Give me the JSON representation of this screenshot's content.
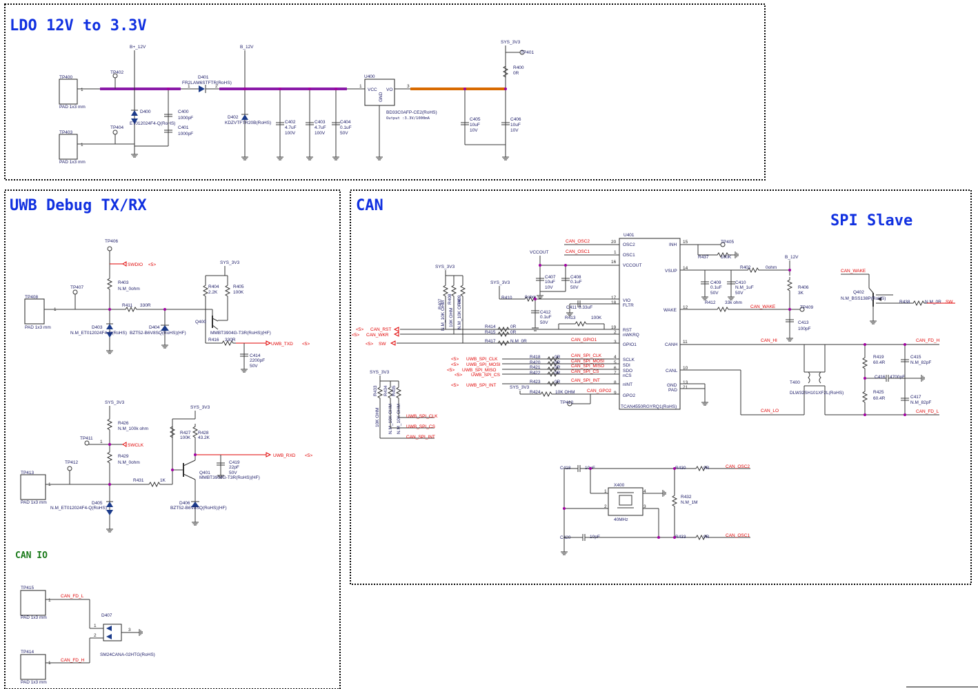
{
  "sections": {
    "ldo": "LDO 12V to 3.3V",
    "uwb": "UWB Debug TX/RX",
    "can": "CAN",
    "spi": "SPI Slave",
    "canio": "CAN IO"
  },
  "ldo": {
    "tp400": "TP400",
    "pad400": "PAD 1x3 mm",
    "tp402": "TP402",
    "tp403": "TP403",
    "pad403": "PAD 1x3 mm",
    "tp404": "TP404",
    "bplus": "B+_12V",
    "b12": "B_12V",
    "sys3v3": "SYS_3V3",
    "d401": "D401",
    "d401v": "FR2LAM6STFTR(RoHS)",
    "d400": "D400",
    "d400v": "ET012024F4-Q(RoHS)",
    "c400": "C400",
    "c400v": "1000pF",
    "c401": "C401",
    "c401v": "1000pF",
    "d402": "D402",
    "d402v": "KDZVTFTR20B(RoHS)",
    "c402": "C402",
    "c402a": "4.7uF",
    "c402b": "100V",
    "c403": "C403",
    "c403a": "4.7uF",
    "c403b": "100V",
    "c404": "C404",
    "c404a": "0.1uF",
    "c404b": "50V",
    "u400": "U400",
    "vcc": "VCC",
    "vo": "VO",
    "gnd": "GND",
    "u400v": "BD33C0AFP-CE2(RoHS)",
    "u400out": "Output :3.3V/1000mA",
    "c405": "C405",
    "c405a": "10uF",
    "c405b": "10V",
    "c406": "C406",
    "c406a": "10uF",
    "c406b": "10V",
    "tp401": "TP401",
    "r400": "R400",
    "r400v": "0R"
  },
  "uwb": {
    "tp406": "TP406",
    "swdio": "SWDIO",
    "r403": "R403",
    "r403v": "N.M_0ohm",
    "tp407": "TP407",
    "tp408": "TP408",
    "pad408": "PAD 1x3 mm",
    "r411": "R411",
    "r411v": "330R",
    "d403": "D403",
    "d403v": "N.M_ET012024F4-Q(RoHS)",
    "d404": "D404",
    "d404v": "BZT52-B6V8SQ(RoHS)(HF)",
    "sys3v3": "SYS_3V3",
    "r404": "R404",
    "r404v": "2.2K",
    "r405": "R405",
    "r405v": "100K",
    "q400": "Q400",
    "q400v": "MMBT3904G-T3R(RoHS)(HF)",
    "r416": "R416",
    "r416v": "330R",
    "uwbtxd": "UWB_TXD",
    "c414": "C414",
    "c414a": "2200pF",
    "c414b": "50V",
    "sys3v3b": "SYS_3V3",
    "r426": "R426",
    "r426v": "N.M_100k ohm",
    "tp411": "TP411",
    "swclk": "SWCLK",
    "r429": "R429",
    "r429v": "N.M_0ohm",
    "tp412": "TP412",
    "tp413": "TP413",
    "pad413": "PAD 1x3 mm",
    "r431": "R431",
    "r431v": "1K",
    "d405": "D405",
    "d405v": "N.M_ET012024F4-Q(RoHS)",
    "sys3v3c": "SYS_3V3",
    "r427": "R427",
    "r427v": "100K",
    "r428": "R428",
    "r428v": "43.2K",
    "c419": "C419",
    "c419a": "22pF",
    "c419b": "50V",
    "q401": "Q401",
    "q401v": "MMBT3904G-T3R(RoHS)(HF)",
    "d406": "D406",
    "d406v": "BZT52-B6V8SQ(RoHS)(HF)",
    "uwbrxd": "UWB_RXD",
    "five": "<5>"
  },
  "canio": {
    "tp415": "TP415",
    "pad415": "PAD 1x3 mm",
    "canfdl": "CAN_FD_L",
    "d407": "D407",
    "d407v": "SM24CANA-02HTG(RoHS)",
    "tp414": "TP414",
    "pad414": "PAD 1x3 mm",
    "canfdh": "CAN_FD_H"
  },
  "can": {
    "u401": "U401",
    "u401v": "TCAN4550RGYRQ1(RoHS)",
    "pins": [
      "OSC2",
      "OSC1",
      "VCCOUT",
      "VIO",
      "FLTR",
      "RST",
      "nWKRQ",
      "GPIO1",
      "SCLK",
      "SDI",
      "SDO",
      "nCS",
      "nINT",
      "GPO2",
      "INH",
      "VSUP",
      "WAKE",
      "CANH",
      "CANL",
      "GND",
      "PAD"
    ],
    "pinnums": [
      "20",
      "1",
      "16",
      "17",
      "18",
      "19",
      "2",
      "3",
      "4",
      "5",
      "6",
      "7",
      "8",
      "9",
      "15",
      "14",
      "12",
      "11",
      "10",
      "13",
      "21"
    ],
    "canosc2": "CAN_OSC2",
    "canosc1": "CAN_OSC1",
    "vccout": "VCCOUT",
    "c407": "C407",
    "c407a": "10uF",
    "c407b": "10V",
    "c408": "C408",
    "c408a": "0.1uF",
    "c408b": "50V",
    "sys3v3": "SYS_3V3",
    "r407": "R407",
    "r407v": "N.M_10K OHM",
    "r408": "R408",
    "r408v": "10K OHM",
    "r409": "R409",
    "r409v": "N.M_10K OHM",
    "r410": "R410",
    "r410v": "0ohm",
    "c411": "C411",
    "c411v": "0.33uF",
    "c412": "C412",
    "c412a": "0.1uF",
    "c412b": "50V",
    "r413": "R413",
    "r413v": "100K",
    "canrst": "CAN_RST",
    "canwkr": "CAN_WKR",
    "sw": "SW",
    "r414": "R414",
    "r414v": "0R",
    "r415": "R415",
    "r415v": "0R",
    "r417": "R417",
    "r417v": "N.M_0R",
    "cangpio1": "CAN_GPIO1",
    "uwbspiclk": "UWB_SPI_CLK",
    "uwbspimosi": "UWB_SPI_MOSI",
    "uwbspimiso": "UWB_SPI_MISO",
    "uwbspics": "UWB_SPI_CS",
    "uwbspiint": "UWB_SPI_INT",
    "r418": "R418",
    "r420": "R420",
    "r421": "R421",
    "r422": "R422",
    "r423": "R423",
    "rv": "0R",
    "canspiclk": "CAN_SPI_CLK",
    "canspimosi": "CAN_SPI_MOSI",
    "canspimiso": "CAN_SPI_MISO",
    "canspics": "CAN_SPI_CS",
    "canspiint": "CAN_SPI_INT",
    "r424": "R424",
    "r424v": "10K OHM",
    "cangpo2": "CAN_GPO2",
    "tp410": "TP410",
    "tp405": "TP405",
    "r437": "R437",
    "r437v": "100K",
    "r402": "R402",
    "r402v": "0ohm",
    "b12": "B_12V",
    "c409": "C409",
    "c409a": "0.1uF",
    "c409b": "50V",
    "c410": "C410",
    "c410a": "N.M_1uF",
    "c410b": "50V",
    "r406": "R406",
    "r406v": "3K",
    "tp409": "TP409",
    "r412": "R412",
    "r412v": "33k ohm",
    "canwake": "CAN_WAKE",
    "c413": "C413",
    "c413v": "100pF",
    "canhi": "CAN_HI",
    "canlo": "CAN_LO",
    "q402": "Q402",
    "q402v": "N.M_BSS138P(RoHS)",
    "r438": "R438",
    "r438v": "N.M_0R",
    "swlabel": "SW",
    "r419": "R419",
    "r419v": "60.4R",
    "r425": "R425",
    "r425v": "60.4R",
    "c415": "C415",
    "c415v": "N.M_82pF",
    "c416": "C416",
    "c416v": "4700pF",
    "c417": "C417",
    "c417v": "N.M_82pF",
    "t400": "T400",
    "t400v": "DLW32SH101XF2L(RoHS)",
    "canfdh": "CAN_FD_H",
    "canfdl": "CAN_FD_L",
    "sys3v3b": "SYS_3V3",
    "r433a": "R433",
    "r434": "R434",
    "r435": "R435",
    "r433v": "10K OHM",
    "r434v": "N.M_10K OHM",
    "r435v": "N.M_10K OHM",
    "uwbspiclk2": "UWB_SPI_CLK",
    "uwbspics2": "UWB_SPI_CS",
    "canspiint2": "CAN_SPI_INT",
    "c418": "C418",
    "c418v": "10pF",
    "c420": "C420",
    "c420v": "10pF",
    "x400": "X400",
    "x400v": "40MHz",
    "r430": "R430",
    "r430v": "0R",
    "r432": "R432",
    "r432v": "N.M_1M",
    "r433": "R433",
    "r433bv": "0R",
    "five": "<5>"
  }
}
